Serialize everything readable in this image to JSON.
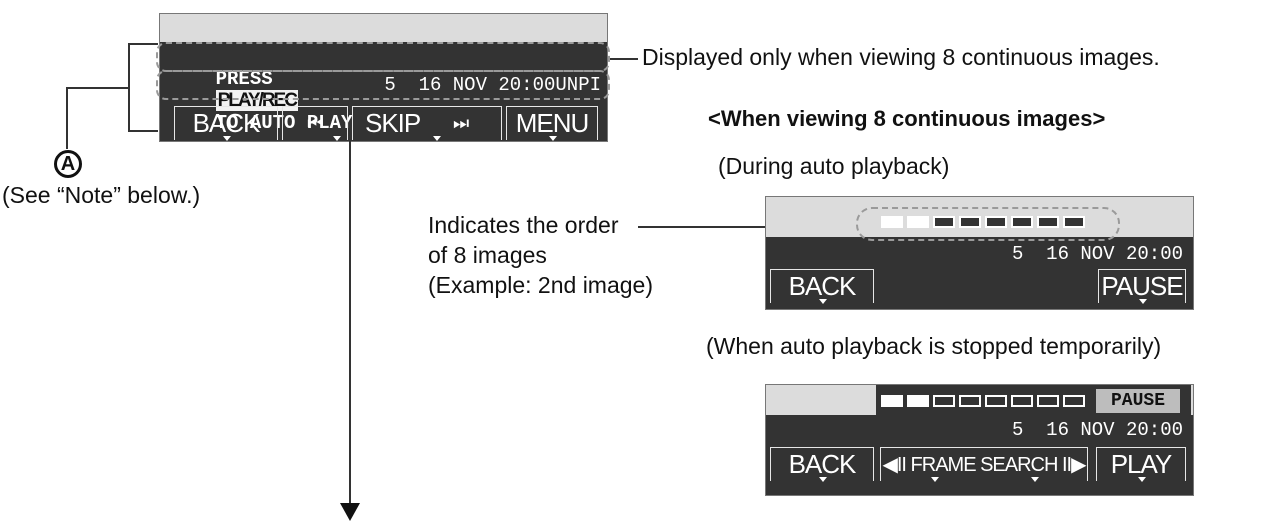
{
  "main_screen": {
    "message_prefix": "PRESS",
    "message_button": "PLAY/REC",
    "message_suffix": "TO AUTO PLAY",
    "info_line": "5  16 NOV 20:00UNPI",
    "softkeys": [
      "BACK",
      "⏮",
      "SKIP",
      "⏭",
      "MENU"
    ]
  },
  "annotations": {
    "displayed_only": "Displayed only when viewing 8 continuous images.",
    "marker": "A",
    "see_note": "(See “Note” below.)",
    "section_title": "<When viewing 8 continuous images>",
    "during_auto": "(During auto playback)",
    "order_line1": "Indicates the order",
    "order_line2": "of 8 images",
    "order_line3": "(Example: 2nd image)",
    "stopped_temp": "(When auto playback is stopped temporarily)"
  },
  "auto_screen": {
    "info_line": "5  16 NOV 20:00",
    "back": "BACK",
    "pause": "PAUSE",
    "progress_filled": 2,
    "progress_total": 8
  },
  "paused_screen": {
    "pause_tag": "PAUSE",
    "info_line": "5  16 NOV 20:00",
    "back": "BACK",
    "frame_search": "◀II FRAME SEARCH II▶",
    "play": "PLAY",
    "progress_filled": 2,
    "progress_total": 8
  }
}
